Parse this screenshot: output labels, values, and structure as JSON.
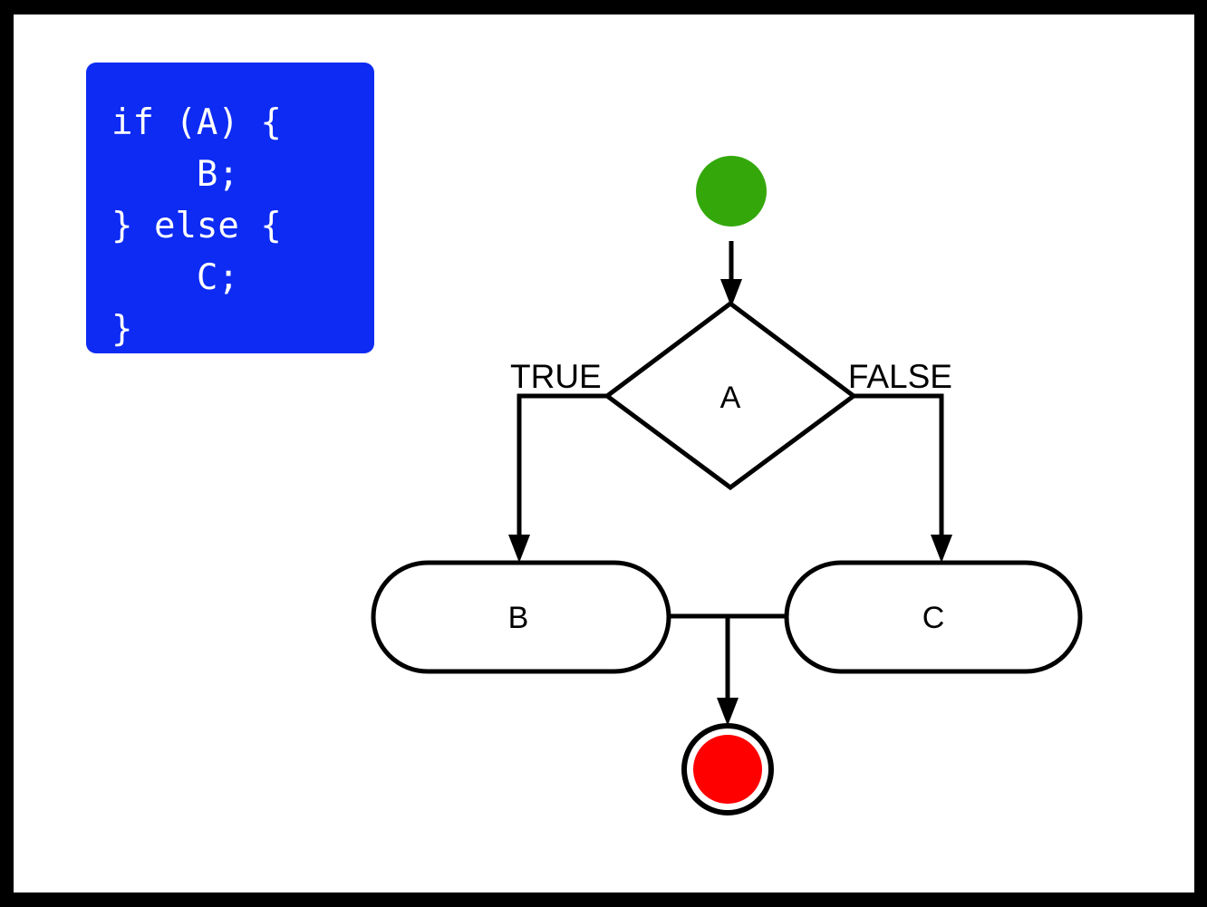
{
  "slide": {
    "background_color": "#000000",
    "canvas_color": "#ffffff"
  },
  "code_panel": {
    "background_color": "#0D2BF2",
    "text_color": "#ffffff",
    "code": "if (A) {\n    B;\n} else {\n    C;\n}"
  },
  "flowchart": {
    "type": "flowchart",
    "nodes": [
      {
        "id": "start",
        "shape": "circle",
        "label": "",
        "fill": "#34A80B"
      },
      {
        "id": "A",
        "shape": "diamond",
        "label": "A",
        "fill": "#ffffff"
      },
      {
        "id": "B",
        "shape": "stadium",
        "label": "B",
        "fill": "#ffffff"
      },
      {
        "id": "C",
        "shape": "stadium",
        "label": "C",
        "fill": "#ffffff"
      },
      {
        "id": "end",
        "shape": "double-circle",
        "label": "",
        "fill": "#FF0000"
      }
    ],
    "edges": [
      {
        "from": "start",
        "to": "A",
        "label": ""
      },
      {
        "from": "A",
        "to": "B",
        "label": "TRUE"
      },
      {
        "from": "A",
        "to": "C",
        "label": "FALSE"
      },
      {
        "from": "B",
        "to": "end",
        "label": ""
      },
      {
        "from": "C",
        "to": "end",
        "label": ""
      }
    ],
    "labels": {
      "decision": "A",
      "true_branch": "TRUE",
      "false_branch": "FALSE",
      "true_node": "B",
      "false_node": "C"
    },
    "colors": {
      "start_node": "#34A80B",
      "end_node": "#FF0000",
      "stroke": "#000000",
      "node_fill": "#ffffff"
    }
  }
}
